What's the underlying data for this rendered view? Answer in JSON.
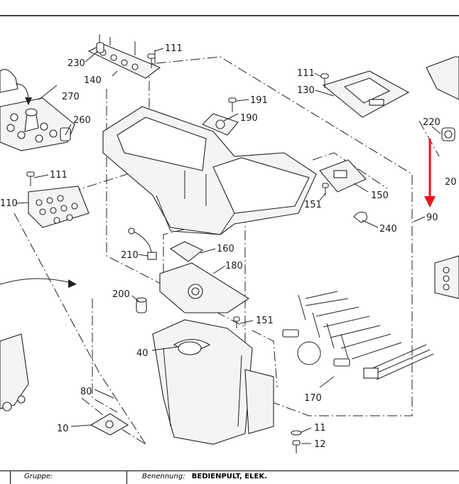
{
  "callouts": {
    "c230": "230",
    "c111a": "111",
    "c140": "140",
    "c270": "270",
    "c260": "260",
    "c111b": "111",
    "c110": "110",
    "c191": "191",
    "c190": "190",
    "c111c": "111",
    "c130": "130",
    "c220": "220",
    "c20": "20",
    "c150": "150",
    "c151a": "151",
    "c90": "90",
    "c240": "240",
    "c210": "210",
    "c160": "160",
    "c180": "180",
    "c200": "200",
    "c151b": "151",
    "c40": "40",
    "c170": "170",
    "c80": "80",
    "c10": "10",
    "c11": "11",
    "c12": "12"
  },
  "footer": {
    "group_key": "Gruppe:",
    "group_val": "",
    "name_key": "Benennung:",
    "name_val": "BEDIENPULT, ELEK."
  },
  "colors": {
    "arrow": "#e8141c",
    "line": "#222222"
  }
}
